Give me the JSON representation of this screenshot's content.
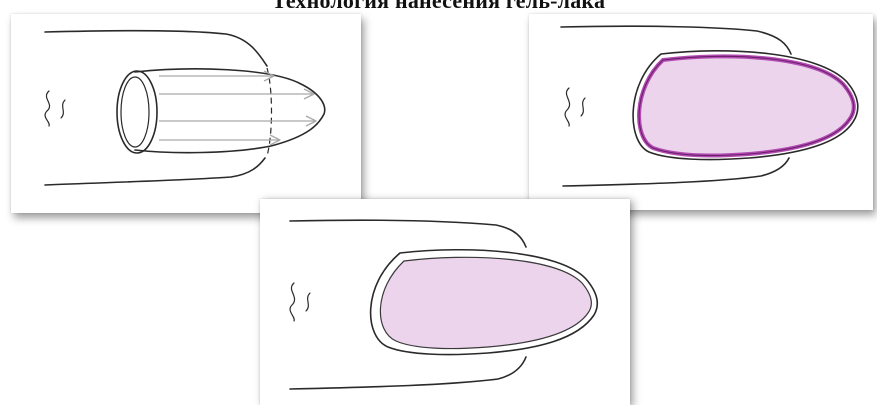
{
  "title": "Технология нанесения гель-лака",
  "colors": {
    "gel_fill": "#ecd4ec",
    "gel_border_dark": "#b34bb3",
    "outline": "#2a2a2a",
    "arrow": "#a9a9a9"
  },
  "panels": [
    {
      "icon": "nail-brush-strokes-illustration"
    },
    {
      "icon": "nail-gel-coated-with-sealed-edge-illustration"
    },
    {
      "icon": "nail-gel-coated-illustration"
    }
  ]
}
